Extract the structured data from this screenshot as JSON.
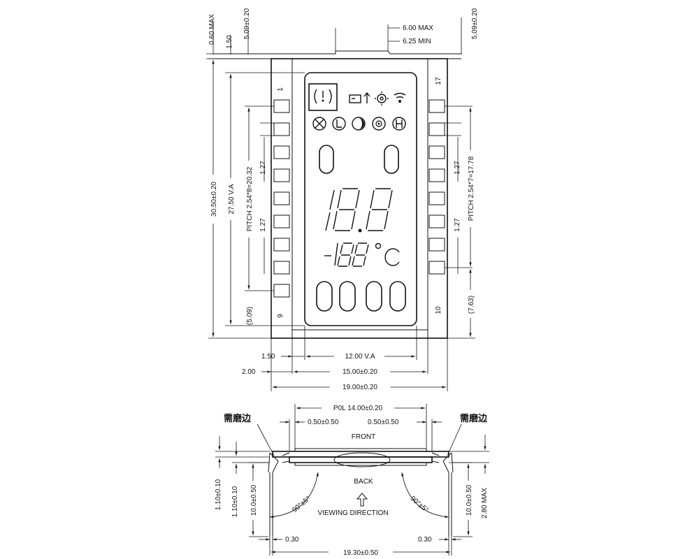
{
  "top_view": {
    "dimensions": {
      "top_060": "0.60 MAX",
      "top_150": "1.50",
      "top_509_left": "5.09±0.20",
      "top_600": "6.00 MAX",
      "top_625": "6.25 MIN",
      "top_509_right": "5.09±0.20",
      "height_total": "30.50±0.20",
      "height_va": "27.50 V.A",
      "pitch_left": "PITCH 2.54*8=20.32",
      "pitch_right": "PITCH 2.54*7=17.78",
      "pin_w_127_a": "1.27",
      "pin_w_127_b": "1.27",
      "pin_w_127_c": "1.27",
      "pin_w_127_d": "1.27",
      "bottom_left_509": "(5.09)",
      "bottom_right_763": "(7.63)",
      "width_150": "1.50",
      "width_va": "12.00 V.A",
      "width_200": "2.00",
      "width_1500": "15.00±0.20",
      "width_1900": "19.00±0.20"
    },
    "pins": {
      "pin_1": "1",
      "pin_9": "9",
      "pin_10": "10",
      "pin_17": "17"
    },
    "lcd": {
      "main_digits": "18.8",
      "small_digits": "-188",
      "unit": "°C",
      "icon_names": [
        "tire-pressure-icon",
        "battery-icon",
        "up-arrow-icon",
        "gear-icon",
        "wireless-icon",
        "cross-circle-icon",
        "l-circle-icon",
        "moon-circle-icon",
        "snow-circle-icon",
        "h-circle-icon"
      ]
    }
  },
  "side_view": {
    "dimensions": {
      "pol": "P0L 14.00±0.20",
      "gap_left": "0.50±0.50",
      "gap_right": "0.50±0.50",
      "left_110_a": "1.10±0.10",
      "left_110_b": "1.10±0.10",
      "left_1000": "10.0±0.50",
      "right_1000": "10.0±0.50",
      "right_280": "2.80 MAX",
      "bottom_030_left": "0.30",
      "bottom_030_right": "0.30",
      "bottom_1930": "19.30±0.50",
      "angle_left": "90°±5°",
      "angle_right": "90°±5°"
    },
    "labels": {
      "front": "FRONT",
      "back": "BACK",
      "viewing_direction": "VIEWING DIRECTION",
      "edge_note_left": "需磨边",
      "edge_note_right": "需磨边"
    }
  }
}
